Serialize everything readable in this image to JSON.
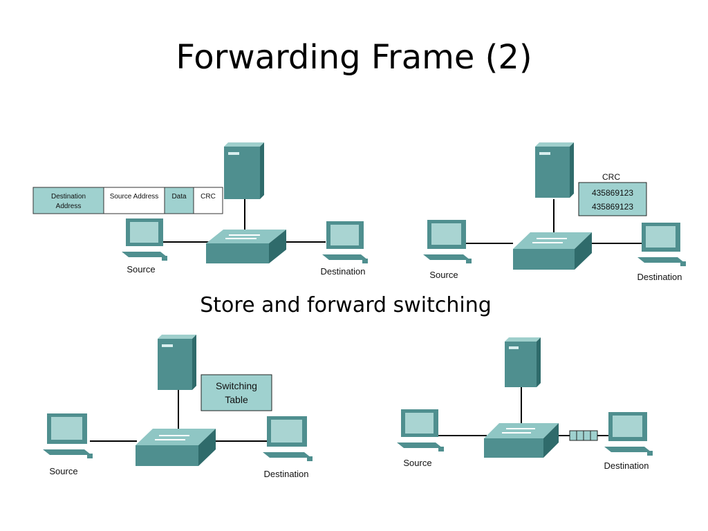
{
  "slide": {
    "title": "Forwarding Frame (2)",
    "subtitle": "Store and forward switching"
  },
  "colors": {
    "device_teal": "#4f8f8f",
    "device_light": "#8fc6c4",
    "screen": "#a9d4d2",
    "label_fill": "#9fd1cf",
    "line": "#000000"
  },
  "panel1": {
    "source_label": "Source",
    "destination_label": "Destination",
    "frame_fields": [
      "Destination Address",
      "Source Address",
      "Data",
      "CRC"
    ]
  },
  "panel2": {
    "source_label": "Source",
    "destination_label": "Destination",
    "crc_title": "CRC",
    "crc_values": [
      "435869123",
      "435869123"
    ]
  },
  "panel3": {
    "source_label": "Source",
    "destination_label": "Destination",
    "table_label_line1": "Switching",
    "table_label_line2": "Table"
  },
  "panel4": {
    "source_label": "Source",
    "destination_label": "Destination"
  }
}
